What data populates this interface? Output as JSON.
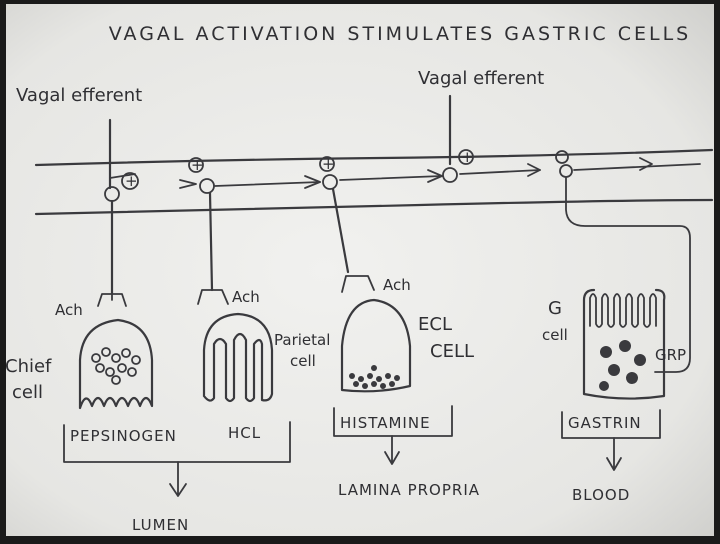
{
  "title": "VAGAL ACTIVATION STIMULATES GASTRIC CELLS",
  "vagal_left_label": "Vagal efferent",
  "vagal_right_label": "Vagal efferent",
  "ach_labels": [
    "Ach",
    "Ach",
    "Ach"
  ],
  "chief_cell_label": [
    "Chief",
    "cell"
  ],
  "parietal_cell_label": [
    "Parietal",
    "cell"
  ],
  "ecl_cell_label": [
    "ECL",
    "CELL"
  ],
  "g_cell_label": [
    "G",
    "cell"
  ],
  "grp_label": "GRP",
  "secretions": {
    "pepsinogen": "PEPSINOGEN",
    "hcl": "HCL",
    "histamine": "HISTAMINE",
    "gastrin": "GASTRIN"
  },
  "destinations": {
    "lumen": "LUMEN",
    "lamina_propria": "LAMINA PROPRIA",
    "blood": "BLOOD"
  },
  "plus_sign": "+",
  "colors": {
    "paper": "#ececea",
    "ink": "#3a3a3e",
    "frame": "#1a1a1a"
  }
}
